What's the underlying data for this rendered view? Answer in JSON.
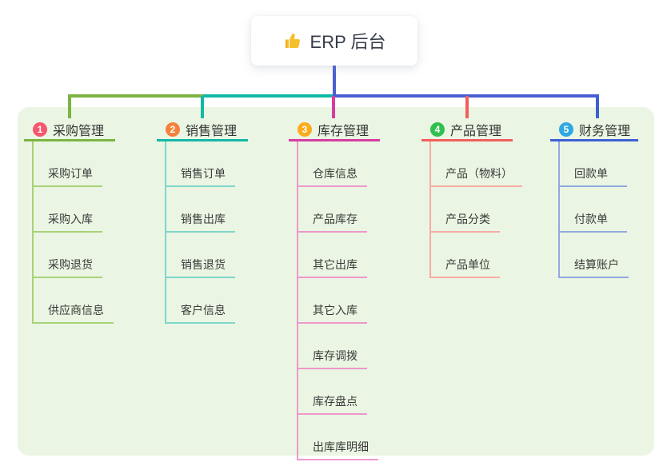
{
  "root": {
    "title": "ERP 后台",
    "icon": "thumbs-up",
    "line_color": "#4a5ed2"
  },
  "canvas": {
    "background": "#ffffff",
    "panel_background": "#eaf6e3"
  },
  "branches": [
    {
      "badge": "1",
      "title": "采购管理",
      "colors": {
        "badge": "#f8566f",
        "main": "#7cb440",
        "light": "#a8d278"
      },
      "items": [
        "采购订单",
        "采购入库",
        "采购退货",
        "供应商信息"
      ]
    },
    {
      "badge": "2",
      "title": "销售管理",
      "colors": {
        "badge": "#f5813d",
        "main": "#12b8a6",
        "light": "#7fd6c9"
      },
      "items": [
        "销售订单",
        "销售出库",
        "销售退货",
        "客户信息"
      ]
    },
    {
      "badge": "3",
      "title": "库存管理",
      "colors": {
        "badge": "#fbab1c",
        "main": "#d63ca2",
        "light": "#f097cb"
      },
      "items": [
        "仓库信息",
        "产品库存",
        "其它出库",
        "其它入库",
        "库存调拨",
        "库存盘点",
        "出库库明细"
      ]
    },
    {
      "badge": "4",
      "title": "产品管理",
      "colors": {
        "badge": "#2fc050",
        "main": "#f25e5e",
        "light": "#f8aba4"
      },
      "items": [
        "产品（物料）",
        "产品分类",
        "产品单位"
      ]
    },
    {
      "badge": "5",
      "title": "财务管理",
      "colors": {
        "badge": "#2fa8e1",
        "main": "#3e5fd3",
        "light": "#93a8e0"
      },
      "items": [
        "回款单",
        "付款单",
        "结算账户"
      ]
    }
  ]
}
